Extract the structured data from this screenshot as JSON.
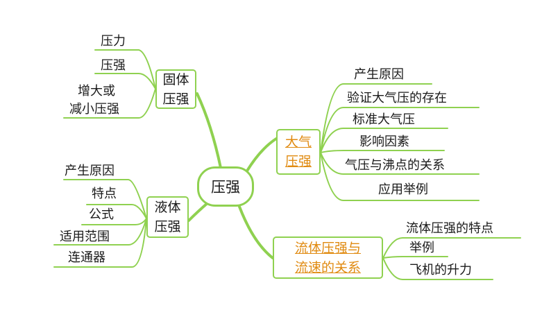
{
  "center": "压强",
  "solid": {
    "line1": "固体",
    "line2": "压强",
    "leaves": [
      "压力",
      "压强",
      "增大或",
      "减小压强"
    ]
  },
  "liquid": {
    "line1": "液体",
    "line2": "压强",
    "leaves": [
      "产生原因",
      "特点",
      "公式",
      "适用范围",
      "连通器"
    ]
  },
  "atmosphere": {
    "line1": "大气",
    "line2": "压强",
    "leaves": [
      "产生原因",
      "验证大气压的存在",
      "标准大气压",
      "影响因素",
      "气压与沸点的关系",
      "应用举例"
    ]
  },
  "fluid": {
    "line1": "流体压强与",
    "line2": "流速的关系",
    "leaves": [
      "流体压强的特点",
      "举例",
      "飞机的升力"
    ]
  },
  "colors": {
    "line": "#8fd150",
    "link_text": "#e08a10"
  }
}
